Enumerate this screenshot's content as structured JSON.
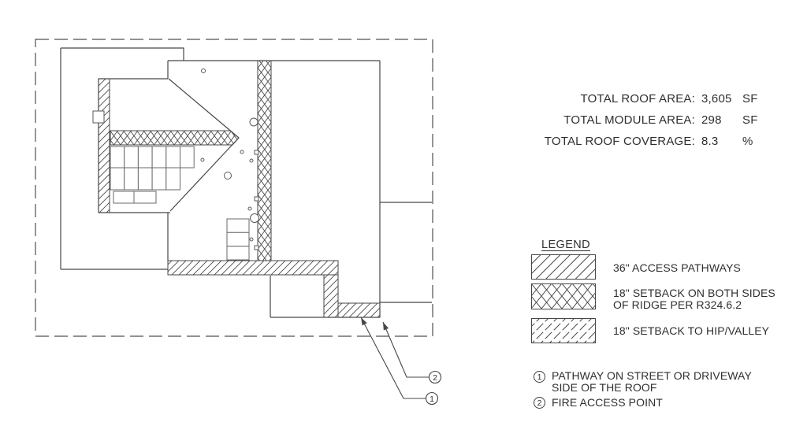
{
  "drawing": {
    "callouts": [
      {
        "number": "1"
      },
      {
        "number": "2"
      }
    ]
  },
  "stats": {
    "rows": [
      {
        "label": "TOTAL ROOF AREA:",
        "value": "3,605",
        "unit": "SF"
      },
      {
        "label": "TOTAL MODULE AREA:",
        "value": "298",
        "unit": "SF"
      },
      {
        "label": "TOTAL ROOF COVERAGE:",
        "value": "8.3",
        "unit": "%"
      }
    ]
  },
  "legend": {
    "title": "LEGEND",
    "items": [
      {
        "pattern": "diagonal-hatch",
        "label": "36\" ACCESS PATHWAYS"
      },
      {
        "pattern": "cross-hatch",
        "label": "18\" SETBACK ON BOTH SIDES OF RIDGE PER R324.6.2"
      },
      {
        "pattern": "dash-diagonal-hatch",
        "label": "18\" SETBACK TO HIP/VALLEY"
      }
    ]
  },
  "notes": [
    {
      "number": "1",
      "text": "PATHWAY ON STREET OR DRIVEWAY SIDE OF THE ROOF"
    },
    {
      "number": "2",
      "text": "FIRE ACCESS POINT"
    }
  ],
  "colors": {
    "line": "#474747",
    "hatch": "#4a4a4a",
    "text": "#2f2f2f",
    "background": "#ffffff"
  }
}
